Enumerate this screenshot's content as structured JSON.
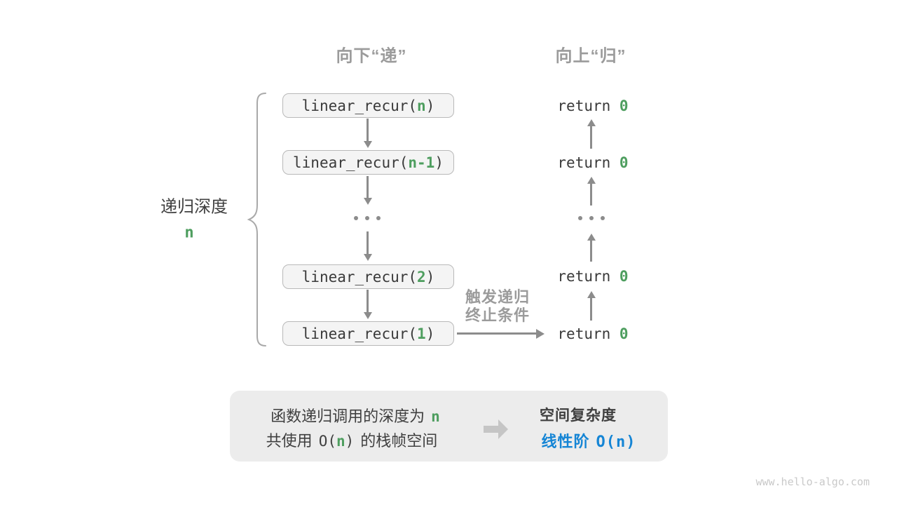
{
  "headers": {
    "down": "向下“递”",
    "up": "向上“归”"
  },
  "depth_label": {
    "text": "递归深度",
    "value": "n"
  },
  "call_stack": {
    "boxes": [
      {
        "prefix": "linear_recur(",
        "arg": "n",
        "suffix": ")"
      },
      {
        "prefix": "linear_recur(",
        "arg": "n-1",
        "suffix": ")"
      },
      {
        "prefix": "linear_recur(",
        "arg": "2",
        "suffix": ")"
      },
      {
        "prefix": "linear_recur(",
        "arg": "1",
        "suffix": ")"
      }
    ],
    "ellipsis": "..."
  },
  "returns": [
    {
      "prefix": "return ",
      "value": "0"
    },
    {
      "prefix": "return ",
      "value": "0"
    },
    {
      "prefix": "return ",
      "value": "0"
    },
    {
      "prefix": "return ",
      "value": "0"
    }
  ],
  "trigger": {
    "line1": "触发递归",
    "line2": "终止条件"
  },
  "summary": {
    "line1": {
      "text": "函数递归调用的深度为",
      "value": "n"
    },
    "line2": {
      "pre": "共使用",
      "o_open": "O(",
      "value": "n",
      "o_close": ")",
      "post": "的栈帧空间"
    },
    "result_title": "空间复杂度",
    "result_pre": "线性阶",
    "result_big_o": "O(n)"
  },
  "watermark": "www.hello-algo.com",
  "colors": {
    "green": "#4e9e5f",
    "blue": "#1585d5",
    "arrow_gray": "#8c8c8c",
    "muted_gray": "#9b9b9b",
    "box_fill": "#f4f4f4",
    "box_border": "#b9b9b9",
    "panel_fill": "#ececec",
    "text_dark": "#3f3f3f"
  }
}
